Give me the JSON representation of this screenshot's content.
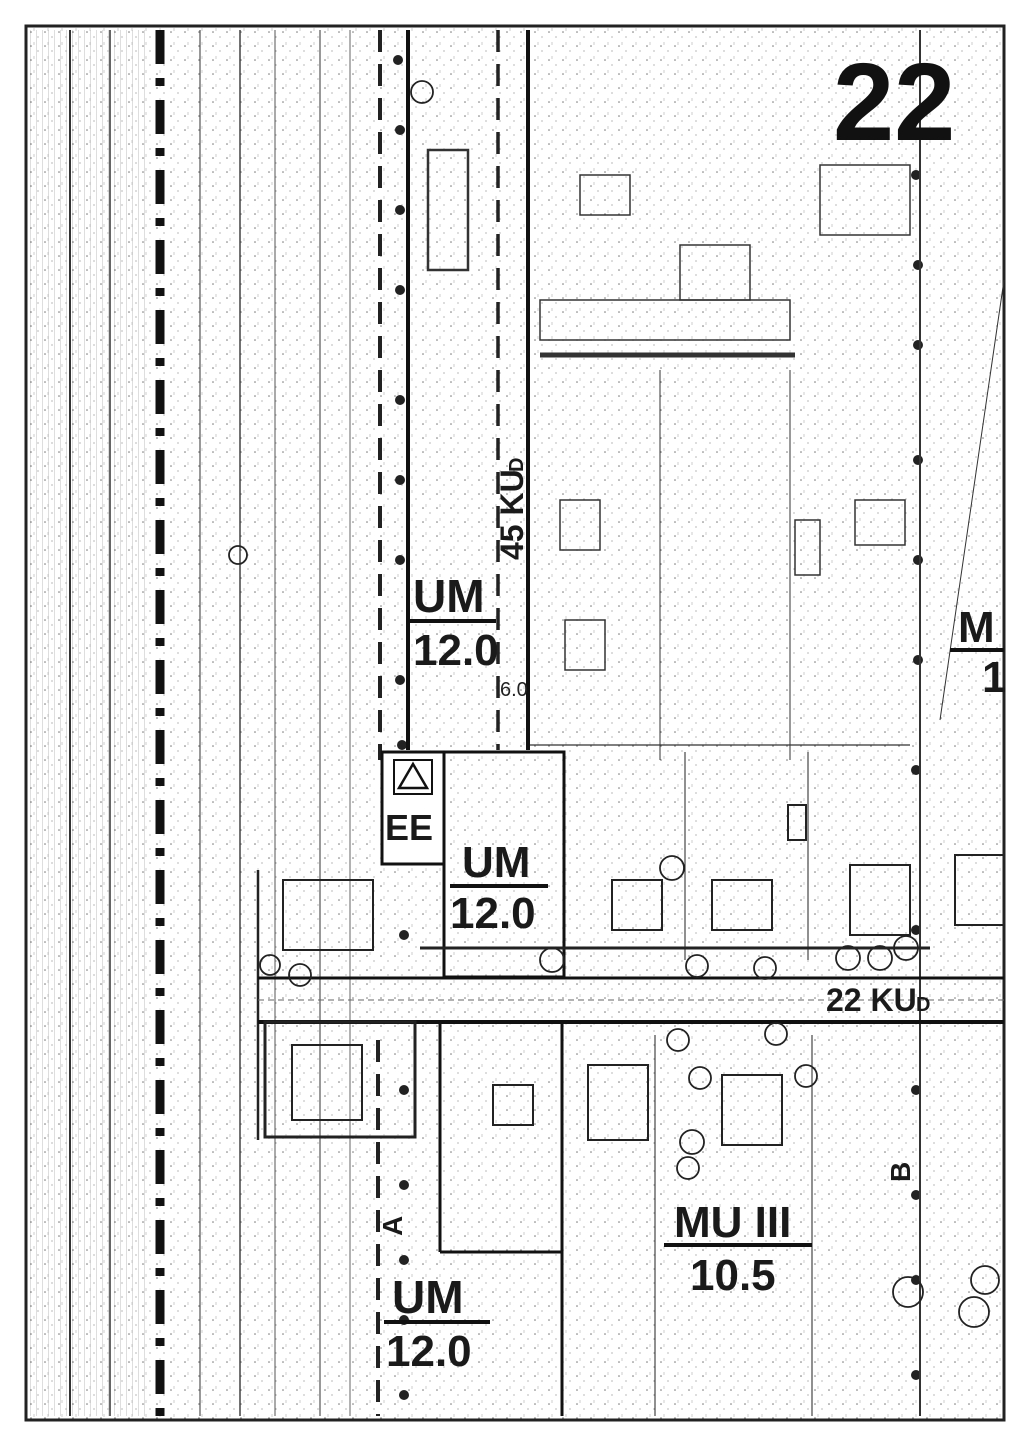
{
  "sheet": {
    "number": "22"
  },
  "zones": [
    {
      "code": "UM",
      "height": "12.0"
    },
    {
      "code": "UM",
      "height": "12.0"
    },
    {
      "code": "UM",
      "height": "12.0"
    },
    {
      "code": "MU III",
      "height": "10.5"
    },
    {
      "code": "M",
      "height": "1"
    }
  ],
  "roads": [
    {
      "label": "45 KU",
      "suffix": "D"
    },
    {
      "label": "22 KU",
      "suffix": "D"
    }
  ],
  "facility": {
    "label": "EE"
  },
  "markers": {
    "a": "A",
    "b": "B",
    "width": "6.0"
  },
  "colors": {
    "ink": "#1a1a1a",
    "paper": "#ffffff",
    "faint": "#8a8a8a"
  }
}
